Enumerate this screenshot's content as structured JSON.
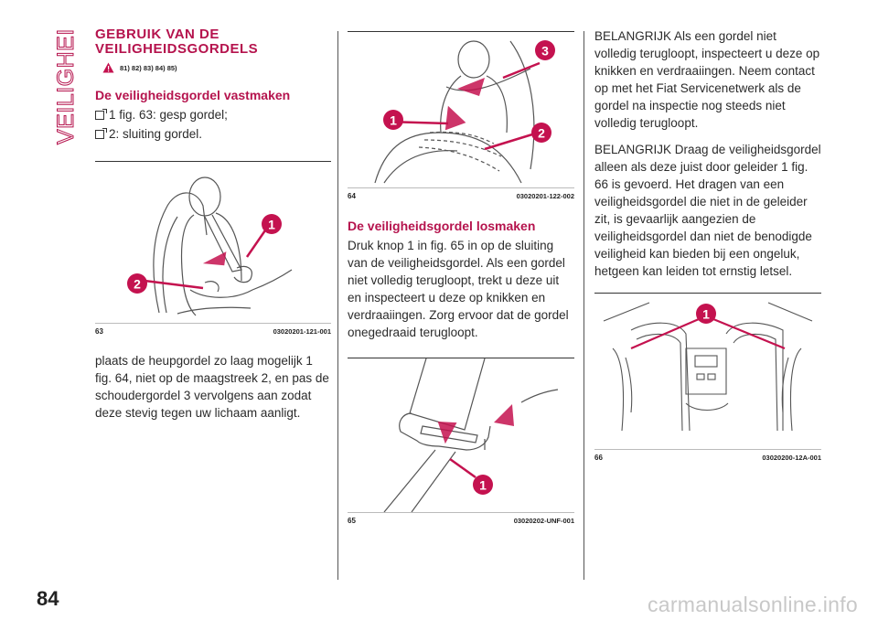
{
  "side_tab": "VEILIGHEID",
  "page_number": "84",
  "watermark": "carmanualsonline.info",
  "col1": {
    "title_line1": "GEBRUIK VAN DE",
    "title_line2": "VEILIGHEIDSGORDELS",
    "warning_refs": "81) 82) 83) 84) 85)",
    "subhead": "De veiligheidsgordel vastmaken",
    "bullets": [
      "1 fig. 63: gesp gordel;",
      "2: sluiting gordel."
    ],
    "fig": {
      "number": "63",
      "code": "03020201-121-001",
      "callouts": [
        "1",
        "2"
      ]
    },
    "para": "plaats de heupgordel zo laag mogelijk 1 fig. 64, niet op de maagstreek 2, en pas de schoudergordel 3 vervolgens aan zodat deze stevig tegen uw lichaam aanligt."
  },
  "col2": {
    "fig64": {
      "number": "64",
      "code": "03020201-122-002",
      "callouts": [
        "3",
        "1",
        "2"
      ]
    },
    "subhead": "De veiligheidsgordel losmaken",
    "para": "Druk knop 1 in fig. 65 in op de sluiting van de veiligheidsgordel. Als een gordel niet volledig terugloopt, trekt u deze uit en inspecteert u deze op knikken en verdraaiingen. Zorg ervoor dat de gordel onegedraaid terugloopt.",
    "fig65": {
      "number": "65",
      "code": "03020202-UNF-001",
      "callouts": [
        "1"
      ]
    }
  },
  "col3": {
    "para1": "BELANGRIJK Als een gordel niet volledig terugloopt, inspecteert u deze op knikken en verdraaiingen. Neem contact op met het Fiat Servicenetwerk als de gordel na inspectie nog steeds niet volledig terugloopt.",
    "para2": "BELANGRIJK Draag de veiligheidsgordel alleen als deze juist door geleider 1 fig. 66 is gevoerd. Het dragen van een veiligheidsgordel die niet in de geleider zit, is gevaarlijk aangezien de veiligheidsgordel dan niet de benodigde veiligheid kan bieden bij een ongeluk, hetgeen kan leiden tot ernstig letsel.",
    "fig66": {
      "number": "66",
      "code": "03020200-12A-001",
      "callouts": [
        "1"
      ]
    }
  },
  "colors": {
    "accent": "#b5134d",
    "callout": "#c4124f",
    "line_art": "#555555"
  }
}
